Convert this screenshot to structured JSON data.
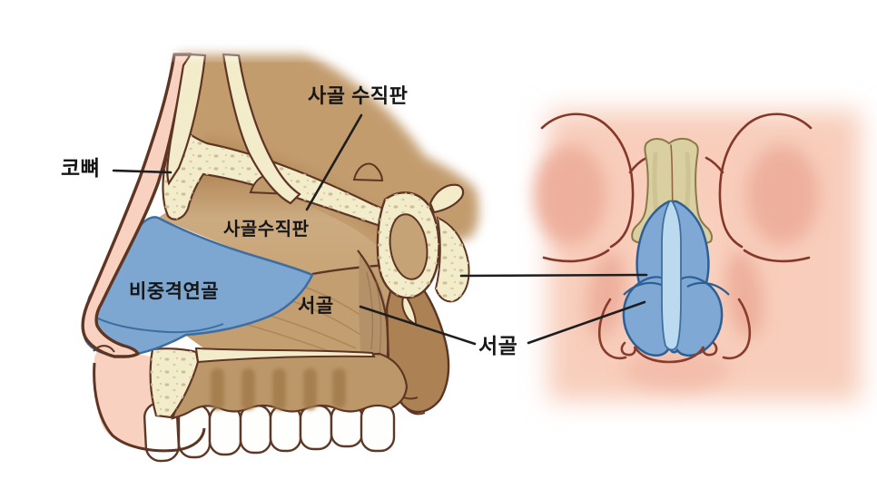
{
  "diagram": {
    "description": "Nasal septum anatomy illustration, sagittal view (left) and frontal view (right)",
    "labels": {
      "nasal_bone": "코뼈",
      "perpendicular_plate_title": "사골 수직판",
      "perpendicular_plate_region": "사골수직판",
      "septal_cartilage": "비중격연골",
      "vomer_region": "서골",
      "vomer_pointer": "서골"
    },
    "colors": {
      "background": "#ffffff",
      "skin_pink": "#f8cfbd",
      "skin_shade_pink": "#eeb09d",
      "outline_brown": "#5e3423",
      "bone_tan": "#cba87d",
      "bone_tan_dark": "#ab8254",
      "bone_cream": "#f3eccb",
      "speckle": "#cfc094",
      "cartilage_blue": "#7da6d0",
      "cartilage_blue_outline": "#3e6da0",
      "septum_light_blue": "#bbdaf0",
      "nasal_bone_khaki": "#d9cfa0",
      "detail_red_brown": "#84382a",
      "leader_line": "#1e1e1e",
      "teeth_white": "#fefefc"
    }
  }
}
